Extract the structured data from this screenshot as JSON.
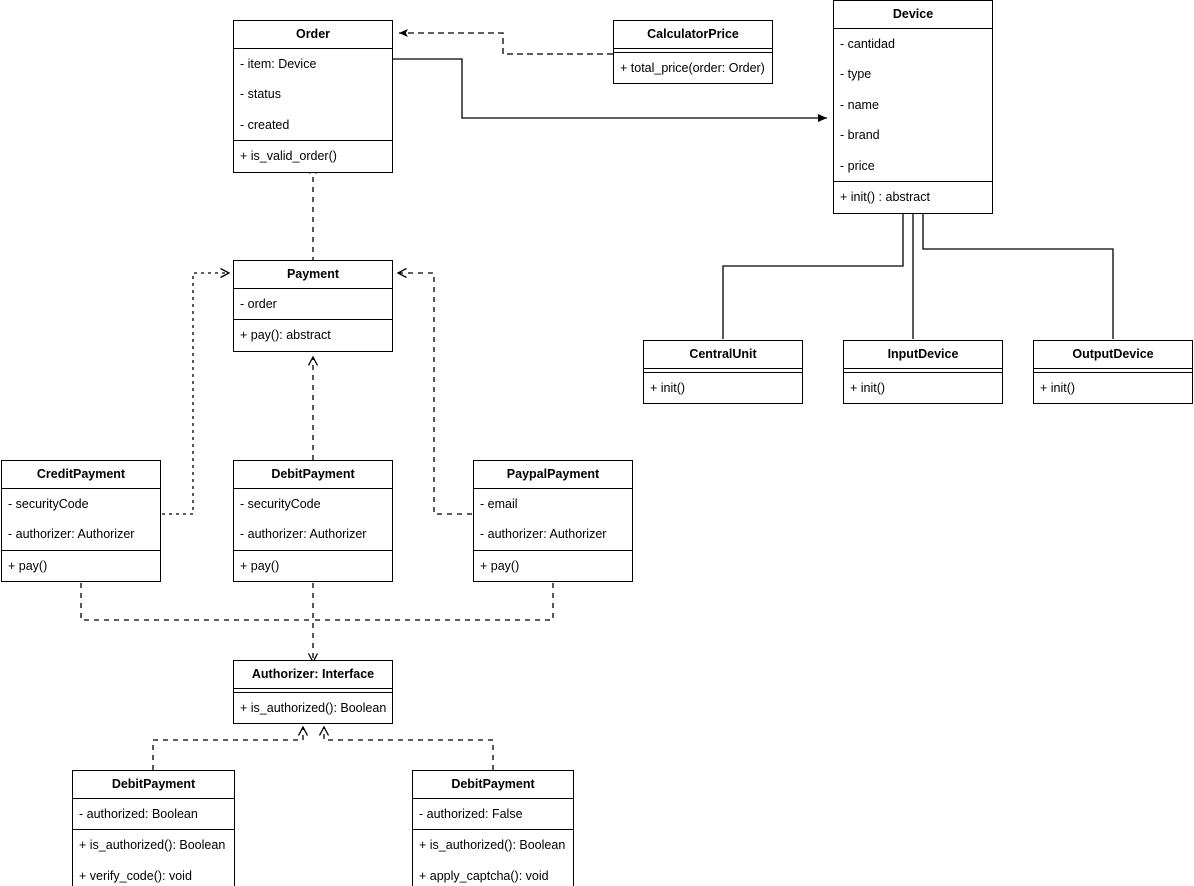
{
  "diagram": {
    "kind": "uml-class-diagram",
    "background_color": "#ffffff",
    "line_color": "#000000",
    "text_color": "#000000"
  },
  "classes": {
    "order": {
      "name": "Order",
      "attributes": [
        "- item: Device",
        "- status",
        "- created"
      ],
      "methods": [
        "+ is_valid_order()"
      ]
    },
    "calculator_price": {
      "name": "CalculatorPrice",
      "attributes": [],
      "methods": [
        "+ total_price(order: Order)"
      ]
    },
    "device": {
      "name": "Device",
      "attributes": [
        "- cantidad",
        "- type",
        "- name",
        "- brand",
        "- price"
      ],
      "methods": [
        "+ init() : abstract"
      ]
    },
    "central_unit": {
      "name": "CentralUnit",
      "attributes": [],
      "methods": [
        "+ init()"
      ]
    },
    "input_device": {
      "name": "InputDevice",
      "attributes": [],
      "methods": [
        "+ init()"
      ]
    },
    "output_device": {
      "name": "OutputDevice",
      "attributes": [],
      "methods": [
        "+ init()"
      ]
    },
    "payment": {
      "name": "Payment",
      "attributes": [
        "- order"
      ],
      "methods": [
        "+ pay(): abstract"
      ]
    },
    "credit_payment": {
      "name": "CreditPayment",
      "attributes": [
        "- securityCode",
        "- authorizer: Authorizer"
      ],
      "methods": [
        "+ pay()"
      ]
    },
    "debit_payment": {
      "name": "DebitPayment",
      "attributes": [
        "- securityCode",
        "- authorizer: Authorizer"
      ],
      "methods": [
        "+ pay()"
      ]
    },
    "paypal_payment": {
      "name": "PaypalPayment",
      "attributes": [
        "- email",
        "- authorizer: Authorizer"
      ],
      "methods": [
        "+ pay()"
      ]
    },
    "authorizer": {
      "name": "Authorizer: Interface",
      "attributes": [],
      "methods": [
        "+ is_authorized(): Boolean"
      ]
    },
    "authorizer_impl_left": {
      "name": "DebitPayment",
      "attributes": [
        "- authorized: Boolean"
      ],
      "methods": [
        "+ is_authorized(): Boolean",
        "+ verify_code(): void"
      ]
    },
    "authorizer_impl_right": {
      "name": "DebitPayment",
      "attributes": [
        "- authorized: False"
      ],
      "methods": [
        "+ is_authorized(): Boolean",
        "+ apply_captcha(): void"
      ]
    }
  },
  "relationships": [
    {
      "from": "CalculatorPrice",
      "to": "Order",
      "type": "dependency",
      "style": "dashed"
    },
    {
      "from": "Order",
      "to": "Device",
      "type": "association",
      "style": "solid"
    },
    {
      "from": "Payment",
      "to": "Order",
      "type": "dependency",
      "style": "dashed"
    },
    {
      "from": "CentralUnit",
      "to": "Device",
      "type": "inheritance",
      "style": "solid"
    },
    {
      "from": "InputDevice",
      "to": "Device",
      "type": "inheritance",
      "style": "solid"
    },
    {
      "from": "OutputDevice",
      "to": "Device",
      "type": "inheritance",
      "style": "solid"
    },
    {
      "from": "CreditPayment",
      "to": "Payment",
      "type": "realization",
      "style": "dashed"
    },
    {
      "from": "DebitPayment",
      "to": "Payment",
      "type": "realization",
      "style": "dashed"
    },
    {
      "from": "PaypalPayment",
      "to": "Payment",
      "type": "realization",
      "style": "dashed"
    },
    {
      "from": "CreditPayment",
      "to": "Authorizer: Interface",
      "type": "dependency",
      "style": "dashed"
    },
    {
      "from": "DebitPayment",
      "to": "Authorizer: Interface",
      "type": "dependency",
      "style": "dashed"
    },
    {
      "from": "PaypalPayment",
      "to": "Authorizer: Interface",
      "type": "dependency",
      "style": "dashed"
    },
    {
      "from": "DebitPayment (authorized: Boolean)",
      "to": "Authorizer: Interface",
      "type": "realization",
      "style": "dashed"
    },
    {
      "from": "DebitPayment (authorized: False)",
      "to": "Authorizer: Interface",
      "type": "realization",
      "style": "dashed"
    }
  ]
}
